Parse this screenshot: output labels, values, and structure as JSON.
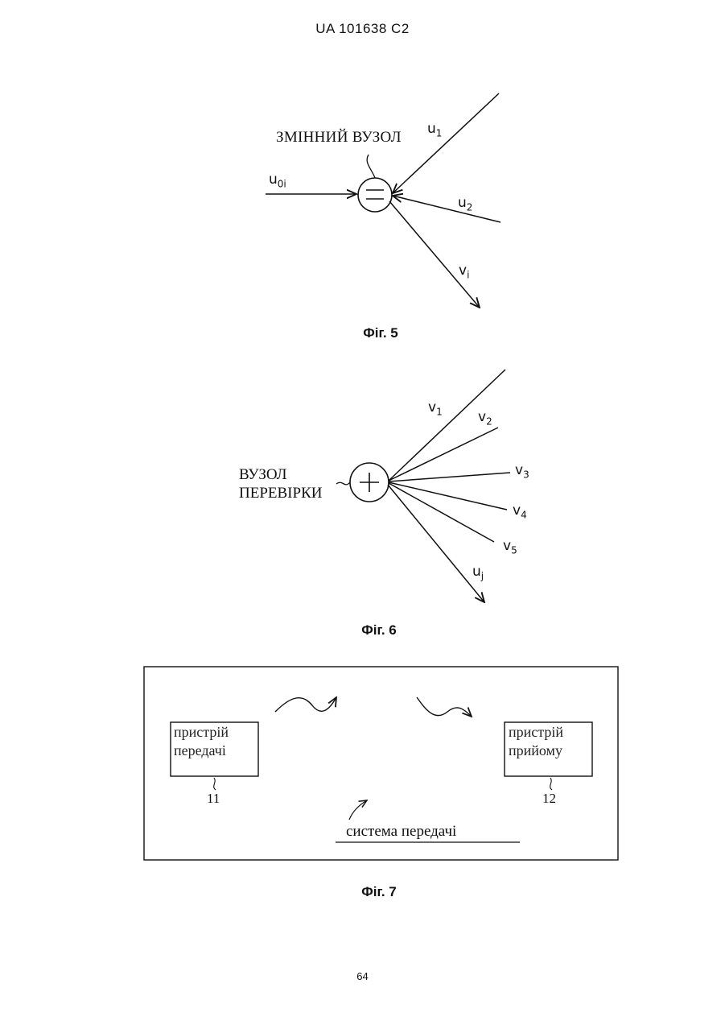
{
  "header": "UA   101638   C2",
  "page_number": "64",
  "fig5": {
    "caption": "Фіг. 5",
    "node_label": "ЗМІННИЙ ВУЗОЛ",
    "node_symbol": "=",
    "input_label": "u",
    "input_sub": "0i",
    "edge1": "u",
    "edge1_sub": "1",
    "edge2": "u",
    "edge2_sub": "2",
    "output": "v",
    "output_sub": "i"
  },
  "fig6": {
    "caption": "Фіг. 6",
    "node_label_line1": "ВУЗОЛ",
    "node_label_line2": "ПЕРЕВІРКИ",
    "node_symbol": "+",
    "edges": [
      {
        "label": "v",
        "sub": "1"
      },
      {
        "label": "v",
        "sub": "2"
      },
      {
        "label": "v",
        "sub": "3"
      },
      {
        "label": "v",
        "sub": "4"
      },
      {
        "label": "v",
        "sub": "5"
      },
      {
        "label": "u",
        "sub": "j"
      }
    ]
  },
  "fig7": {
    "caption": "Фіг. 7",
    "transmitter_line1": "пристрій",
    "transmitter_line2": "передачі",
    "transmitter_ref": "11",
    "receiver_line1": "пристрій",
    "receiver_line2": "прийому",
    "receiver_ref": "12",
    "system_label": "система передачі"
  }
}
